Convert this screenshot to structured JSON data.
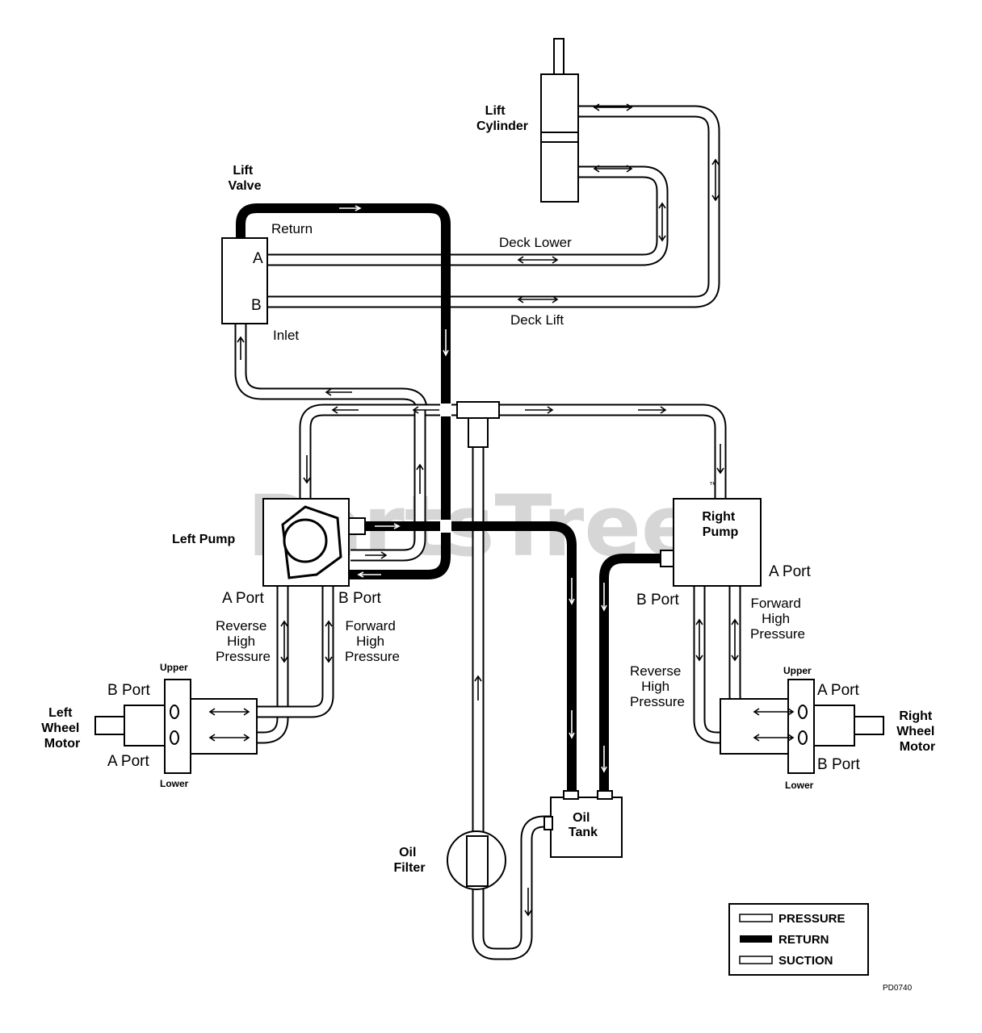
{
  "watermark": {
    "text": "PartsTree",
    "tm": "™"
  },
  "components": {
    "lift_cylinder": [
      "Lift",
      "Cylinder"
    ],
    "lift_valve": [
      "Lift",
      "Valve"
    ],
    "left_pump": "Left Pump",
    "right_pump": [
      "Right",
      "Pump"
    ],
    "left_wheel_motor": [
      "Left",
      "Wheel",
      "Motor"
    ],
    "right_wheel_motor": [
      "Right",
      "Wheel",
      "Motor"
    ],
    "oil_tank": [
      "Oil",
      "Tank"
    ],
    "oil_filter": [
      "Oil",
      "Filter"
    ]
  },
  "valve_labels": {
    "return": "Return",
    "inlet": "Inlet",
    "a": "A",
    "b": "B",
    "deck_lower": "Deck Lower",
    "deck_lift": "Deck Lift"
  },
  "ports": {
    "a_port": "A Port",
    "b_port": "B Port",
    "upper": "Upper",
    "lower": "Lower"
  },
  "pressure_labels": {
    "reverse": [
      "Reverse",
      "High",
      "Pressure"
    ],
    "forward": [
      "Forward",
      "High",
      "Pressure"
    ]
  },
  "legend": {
    "items": [
      {
        "label": "PRESSURE",
        "style": "outline"
      },
      {
        "label": "RETURN",
        "style": "solid"
      },
      {
        "label": "SUCTION",
        "style": "outline"
      }
    ]
  },
  "code": "PD0740",
  "colors": {
    "line": "#000000",
    "fill": "#ffffff",
    "watermark": "#d6d6d6"
  }
}
